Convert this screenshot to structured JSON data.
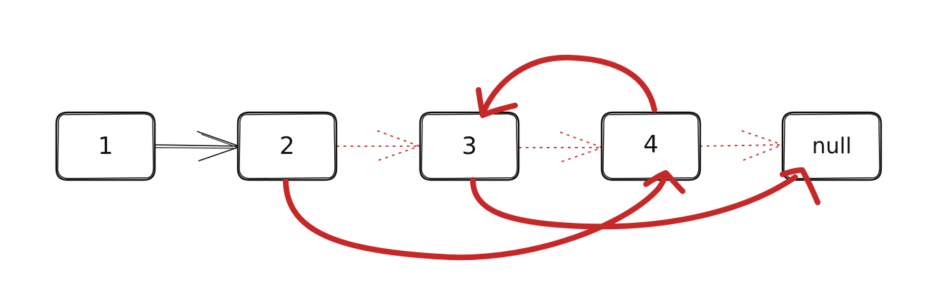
{
  "nodes": [
    {
      "id": "n1",
      "label": "1"
    },
    {
      "id": "n2",
      "label": "2"
    },
    {
      "id": "n3",
      "label": "3"
    },
    {
      "id": "n4",
      "label": "4"
    },
    {
      "id": "null",
      "label": "null"
    }
  ],
  "edges": {
    "original_solid": [
      {
        "from": "n1",
        "to": "n2"
      }
    ],
    "original_dotted": [
      {
        "from": "n2",
        "to": "n3"
      },
      {
        "from": "n3",
        "to": "n4"
      },
      {
        "from": "n4",
        "to": "null"
      }
    ],
    "new_links": [
      {
        "from": "n2",
        "to": "n4"
      },
      {
        "from": "n4",
        "to": "n3"
      },
      {
        "from": "n3",
        "to": "null"
      }
    ]
  },
  "colors": {
    "ink": "#111111",
    "red": "#c62828",
    "dotted": "#d04040",
    "background": "#ffffff"
  }
}
